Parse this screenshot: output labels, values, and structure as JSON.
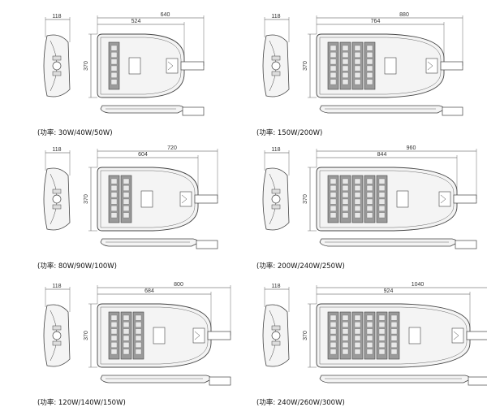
{
  "panels": [
    {
      "side_width": "118",
      "overall_length": "640",
      "body_length": "524",
      "height": "370",
      "power_caption": "(功率: 30W/40W/50W)",
      "led_modules": 1
    },
    {
      "side_width": "118",
      "overall_length": "880",
      "body_length": "764",
      "height": "370",
      "power_caption": "(功率: 150W/200W)",
      "led_modules": 4
    },
    {
      "side_width": "118",
      "overall_length": "720",
      "body_length": "604",
      "height": "370",
      "power_caption": "(功率: 80W/90W/100W)",
      "led_modules": 2
    },
    {
      "side_width": "118",
      "overall_length": "960",
      "body_length": "844",
      "height": "370",
      "power_caption": "(功率: 200W/240W/250W)",
      "led_modules": 5
    },
    {
      "side_width": "118",
      "overall_length": "800",
      "body_length": "684",
      "height": "370",
      "power_caption": "(功率: 120W/140W/150W)",
      "led_modules": 3
    },
    {
      "side_width": "118",
      "overall_length": "1040",
      "body_length": "924",
      "height": "370",
      "power_caption": "(功率: 240W/260W/300W)",
      "led_modules": 6
    }
  ],
  "colors": {
    "line": "#444444",
    "led": "#9a9a9a",
    "fill": "#f4f4f4"
  }
}
